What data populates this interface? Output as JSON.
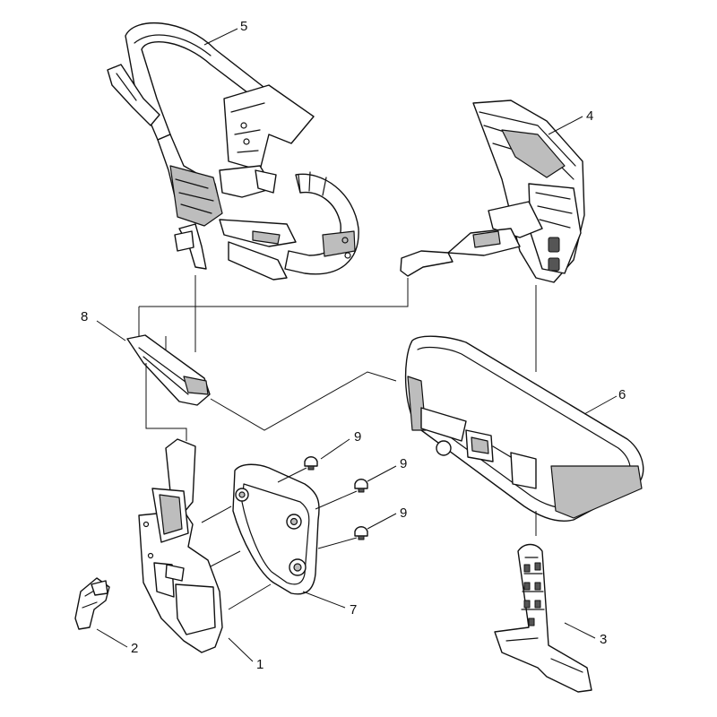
{
  "labels": {
    "p1": "1",
    "p2": "2",
    "p3": "3",
    "p4": "4",
    "p5": "5",
    "p6": "6",
    "p7": "7",
    "p8": "8",
    "p9a": "9",
    "p9b": "9",
    "p9c": "9"
  },
  "colors": {
    "line": "#111111",
    "shade": "#bdbdbd",
    "dark": "#555555",
    "background": "#ffffff"
  }
}
